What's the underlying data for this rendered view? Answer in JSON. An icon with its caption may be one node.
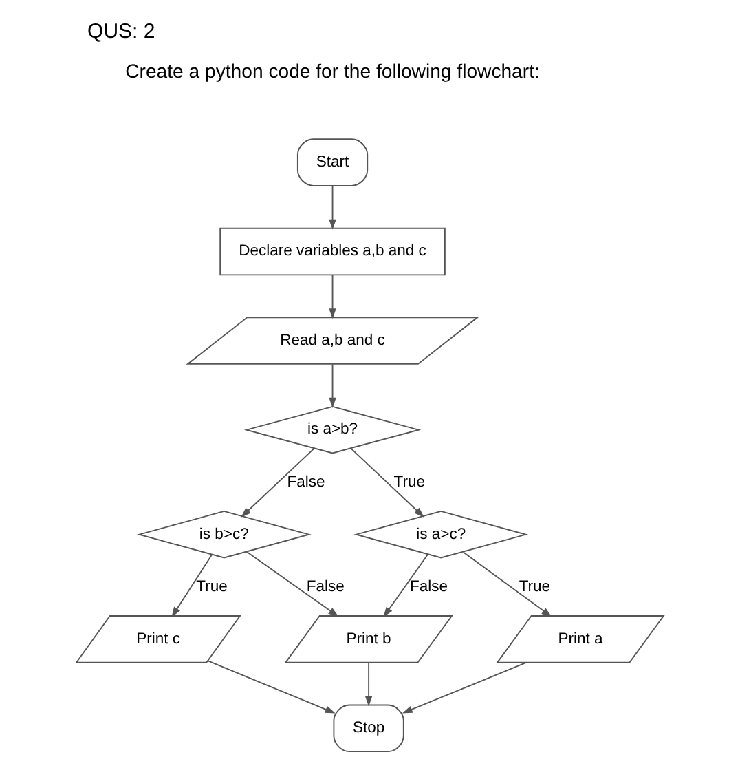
{
  "diagram": {
    "title": "QUS: 2",
    "nodes": [
      {
        "text": [
          "Start"
        ]
      },
      {
        "text": [
          "Declare variables a,b and c"
        ]
      },
      {
        "text": [
          "Read a,b and c"
        ]
      },
      {
        "text": [
          "is a>b?"
        ]
      },
      {
        "text": [
          "is b>c?"
        ]
      },
      {
        "text": [
          "is a>c?"
        ]
      },
      {
        "text": [
          "Print c"
        ]
      },
      {
        "text": [
          "Print b"
        ]
      },
      {
        "text": [
          "Print a"
        ]
      },
      {
        "text": [
          "Stop"
        ]
      }
    ],
    "edges": [
      {
        "from": 0,
        "to": 1,
        "arrow": "to"
      },
      {
        "from": 1,
        "to": 2,
        "arrow": "to"
      },
      {
        "from": 2,
        "to": 3,
        "arrow": "to"
      },
      {
        "from": 3,
        "to": 4,
        "arrow": "to",
        "label": "False"
      },
      {
        "from": 3,
        "to": 5,
        "arrow": "to",
        "label": "True"
      },
      {
        "from": 4,
        "to": 6,
        "arrow": "to",
        "label": "True"
      },
      {
        "from": 4,
        "to": 7,
        "arrow": "to",
        "label": "False"
      },
      {
        "from": 5,
        "to": 7,
        "arrow": "to",
        "label": "False"
      },
      {
        "from": 5,
        "to": 8,
        "arrow": "to",
        "label": "True"
      },
      {
        "from": 6,
        "to": 9,
        "arrow": "to"
      },
      {
        "from": 7,
        "to": 9,
        "arrow": "to"
      },
      {
        "from": 8,
        "to": 9,
        "arrow": "to"
      }
    ],
    "labels": [
      "Create a python code for the following flowchart:"
    ]
  }
}
